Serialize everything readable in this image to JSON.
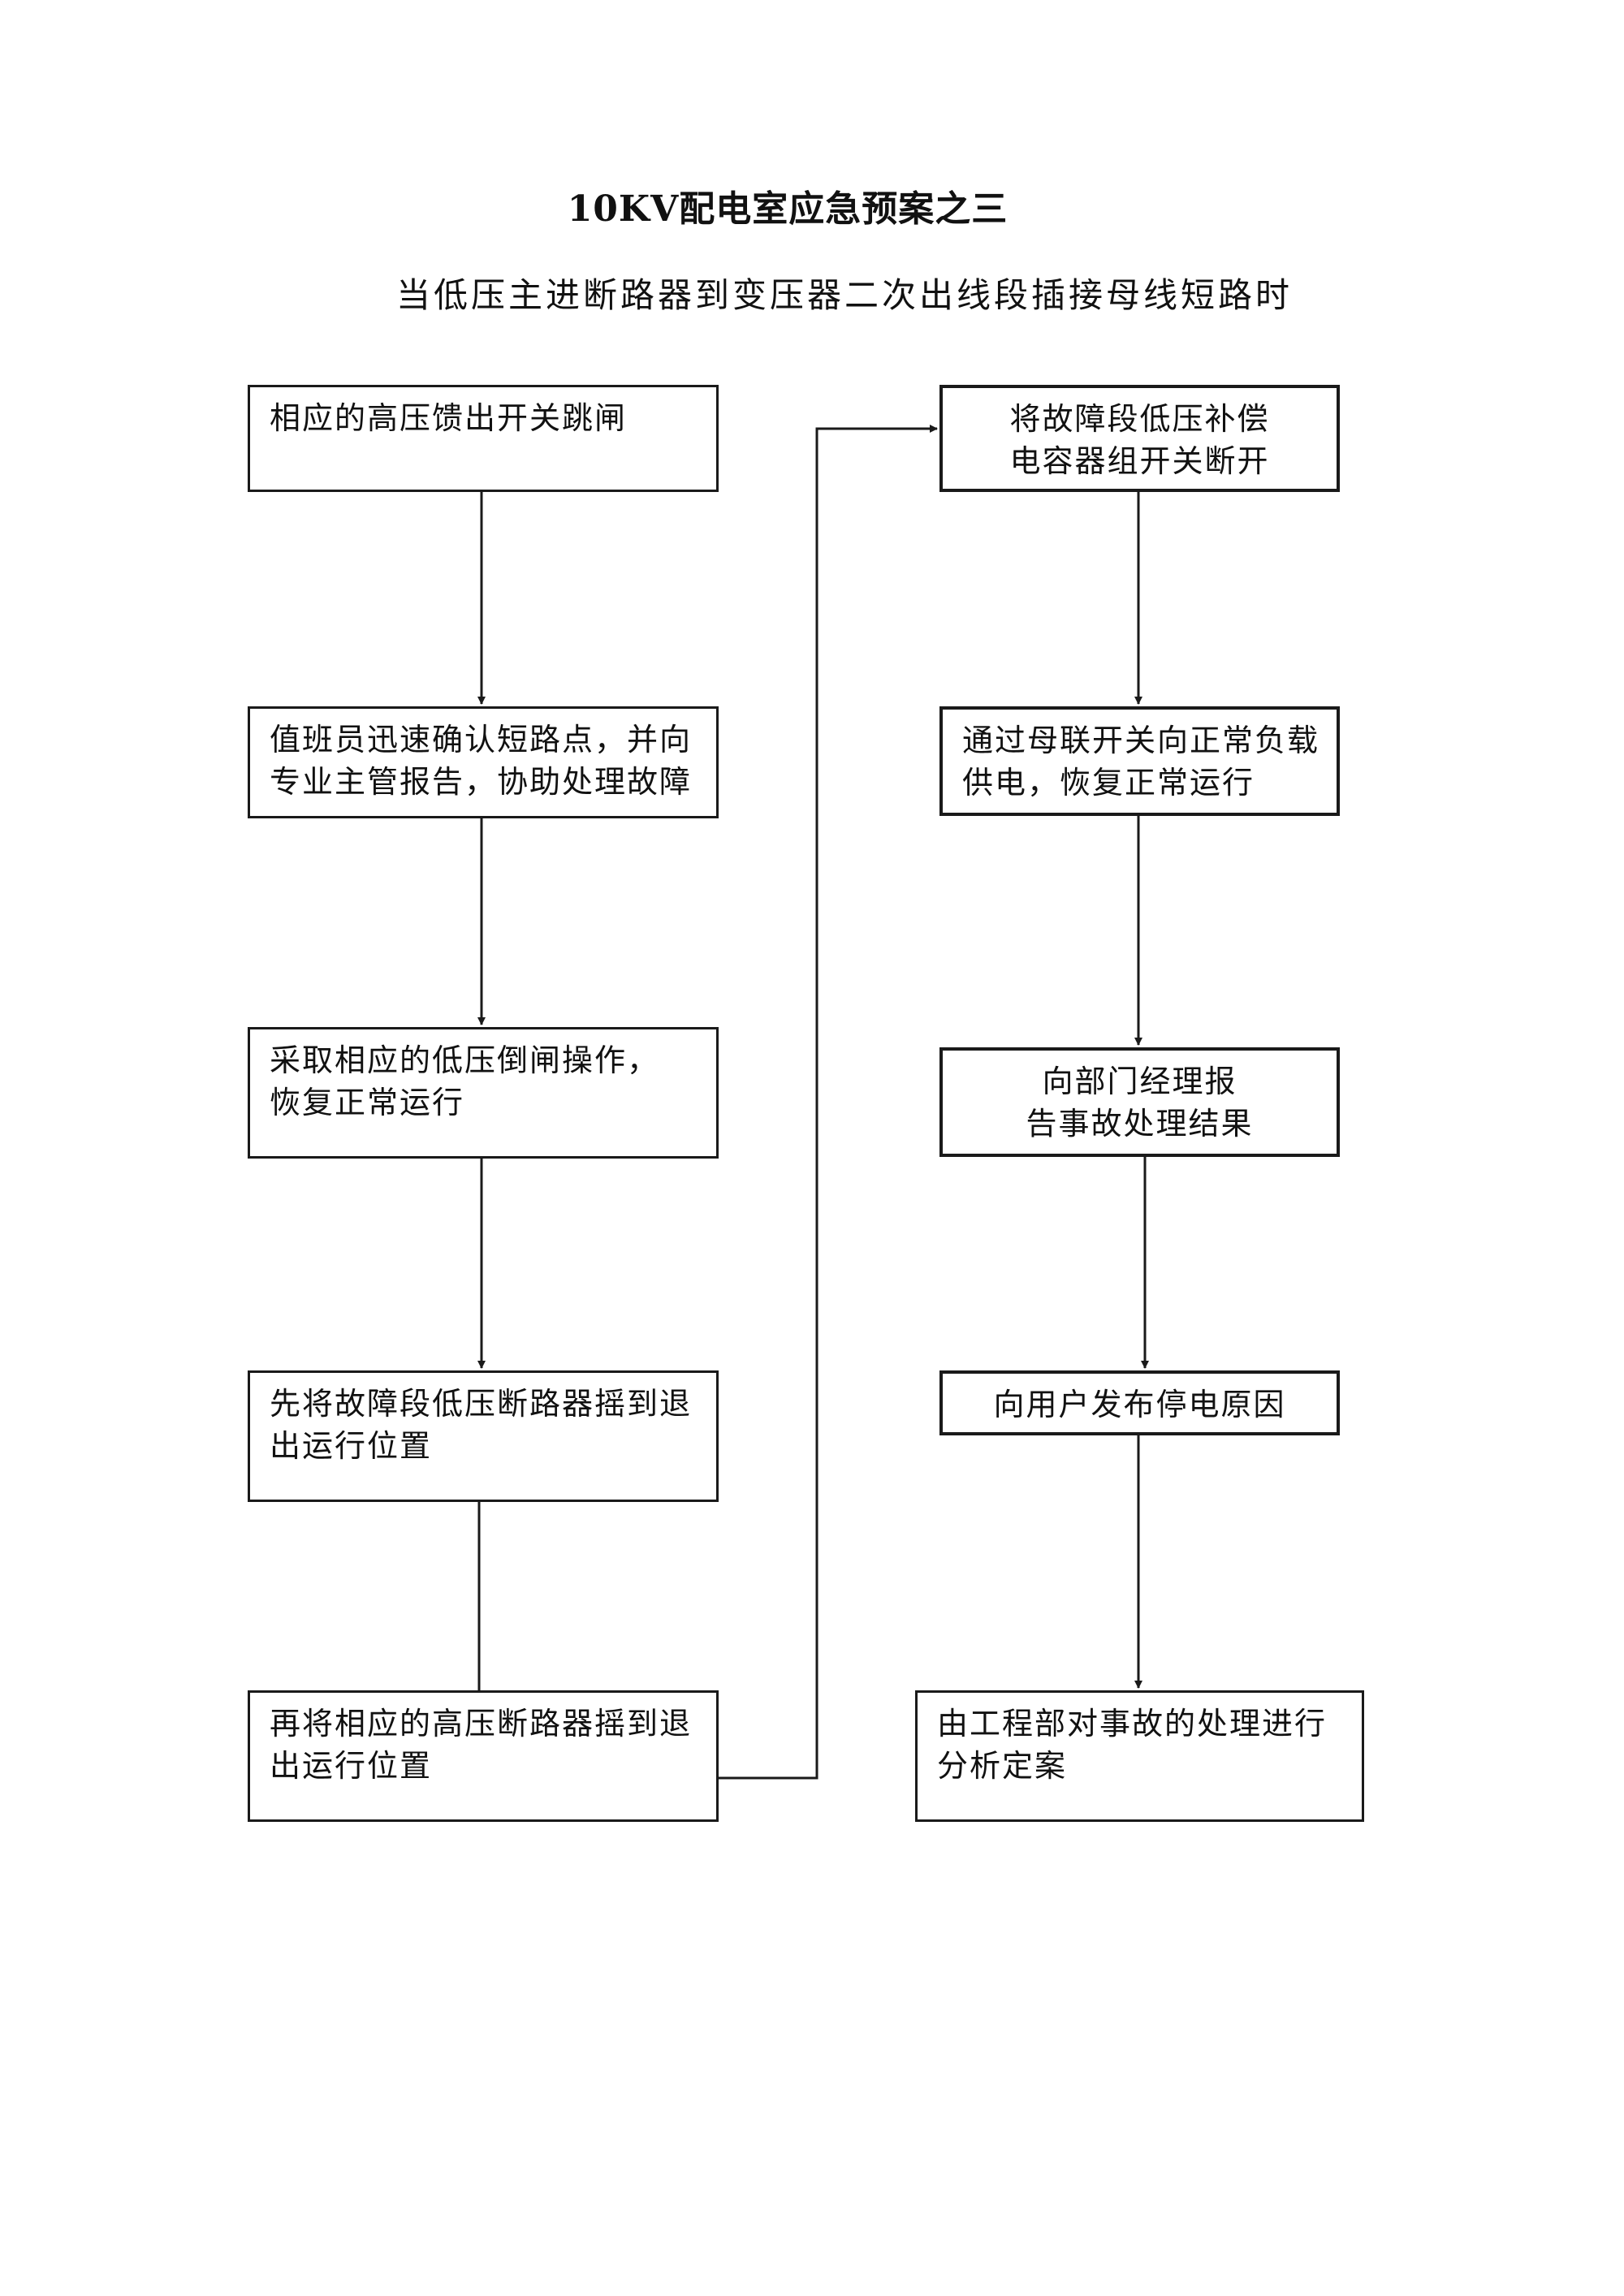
{
  "document": {
    "title": "10KV配电室应急预案之三",
    "subtitle": "当低压主进断路器到变压器二次出线段插接母线短路时"
  },
  "flow": {
    "left_column": [
      {
        "id": "L1",
        "text": "相应的高压馈出开关跳闸"
      },
      {
        "id": "L2",
        "text": "值班员迅速确认短路点，并向\n专业主管报告，协助处理故障"
      },
      {
        "id": "L3",
        "text": "采取相应的低压倒闸操作，\n恢复正常运行"
      },
      {
        "id": "L4",
        "text": "先将故障段低压断路器摇到退\n出运行位置"
      },
      {
        "id": "L5",
        "text": "再将相应的高压断路器摇到退\n出运行位置"
      }
    ],
    "right_column": [
      {
        "id": "R1",
        "text": "将故障段低压补偿\n电容器组开关断开"
      },
      {
        "id": "R2",
        "text": "通过母联开关向正常负载\n供电，恢复正常运行"
      },
      {
        "id": "R3",
        "text": "向部门经理报\n告事故处理结果"
      },
      {
        "id": "R4",
        "text": "向用户发布停电原因"
      },
      {
        "id": "R5",
        "text": "由工程部对事故的处理进行\n分析定案"
      }
    ]
  },
  "colors": {
    "line": "#1a1a1a",
    "background": "#ffffff"
  }
}
